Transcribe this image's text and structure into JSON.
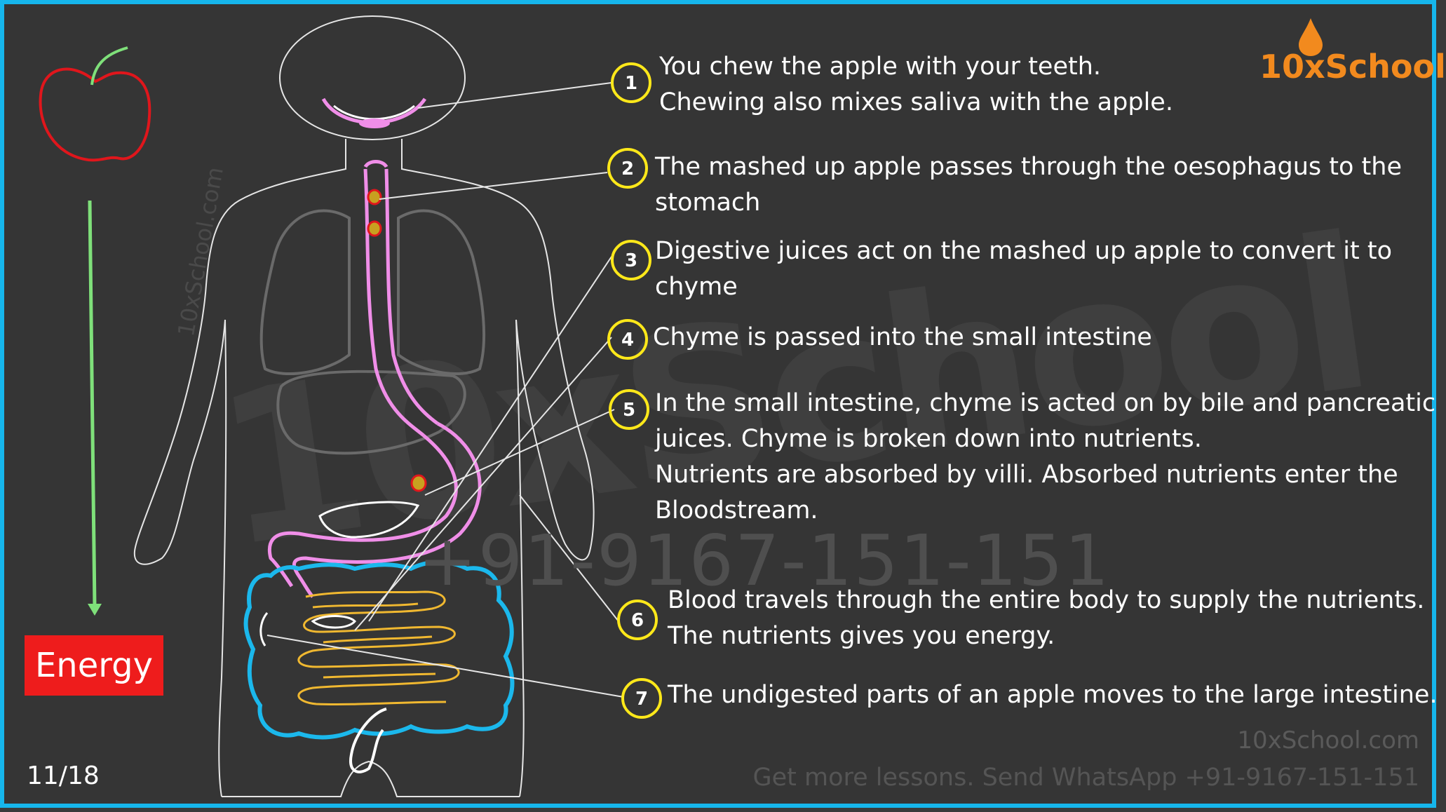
{
  "logo": {
    "text": "10xSchool"
  },
  "energy_label": "Energy",
  "page_indicator": "11/18",
  "watermarks": {
    "big": "10xSchool",
    "phone": "+91-9167-151-151",
    "side": "10xSchool.com"
  },
  "footer": {
    "site": "10xSchool.com",
    "promo": "Get more lessons. Send WhatsApp +91-9167-151-151"
  },
  "steps": [
    {
      "num": "1",
      "lines": [
        "You chew the apple with your teeth.",
        "Chewing also mixes saliva with the apple."
      ]
    },
    {
      "num": "2",
      "lines": [
        "The mashed up apple passes through the oesophagus to the",
        "stomach"
      ]
    },
    {
      "num": "3",
      "lines": [
        "Digestive juices act on the mashed up apple to convert it to",
        "chyme"
      ]
    },
    {
      "num": "4",
      "lines": [
        "Chyme is passed into the small intestine"
      ]
    },
    {
      "num": "5",
      "lines": [
        "In the small intestine, chyme is acted on by bile and pancreatic",
        "juices.  Chyme is broken down into nutrients.",
        "Nutrients are absorbed by villi.  Absorbed nutrients enter the",
        "Bloodstream."
      ]
    },
    {
      "num": "6",
      "lines": [
        "Blood travels through the entire body to supply the nutrients.",
        "The nutrients gives you energy."
      ]
    },
    {
      "num": "7",
      "lines": [
        "The undigested parts of an apple moves to the large intestine."
      ]
    }
  ],
  "colors": {
    "frame_border": "#16b6ec",
    "background": "#353535",
    "marker_circle": "#ffe81a",
    "oesophagus_stomach": "#f08ee8",
    "small_intestine": "#f0b830",
    "large_intestine": "#1bb8ec",
    "apple": "#e0161c",
    "apple_stem": "#7fe07a",
    "arrow": "#7fe07a",
    "energy_box": "#ee1c1c",
    "logo": "#f28a1e"
  }
}
